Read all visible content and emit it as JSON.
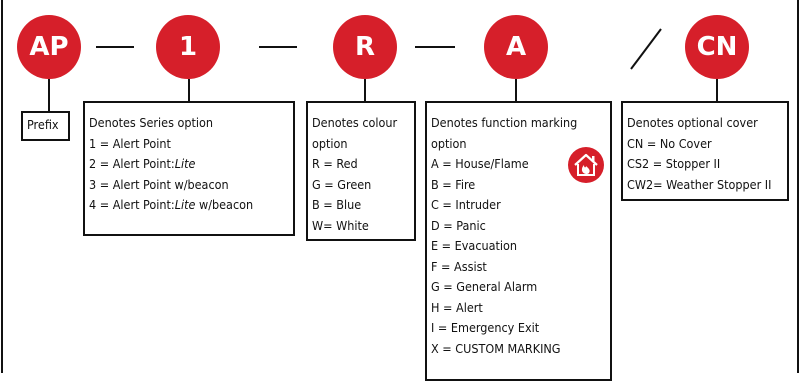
{
  "codes": {
    "prefix": "AP",
    "series": "1",
    "colour": "R",
    "function": "A",
    "cover": "CN"
  },
  "prefix_box": {
    "label": "Prefix"
  },
  "series_box": {
    "title": "Denotes Series option",
    "items": [
      {
        "lead": "1 = Alert Point",
        "italic": "",
        "tail": ""
      },
      {
        "lead": "2 = Alert Point:",
        "italic": "Lite",
        "tail": ""
      },
      {
        "lead": "3 = Alert Point w/beacon",
        "italic": "",
        "tail": ""
      },
      {
        "lead": "4 = Alert Point:",
        "italic": "Lite",
        "tail": " w/beacon"
      }
    ]
  },
  "colour_box": {
    "title_line1": "Denotes colour",
    "title_line2": "option",
    "items": [
      "R = Red",
      "G = Green",
      "B = Blue",
      "W= White"
    ]
  },
  "function_box": {
    "title_line1": "Denotes function marking",
    "title_line2": "option",
    "items": [
      "A = House/Flame",
      "B = Fire",
      "C = Intruder",
      "D = Panic",
      "E = Evacuation",
      "F = Assist",
      "G = General Alarm",
      "H = Alert",
      "I  = Emergency Exit",
      "X = CUSTOM MARKING"
    ],
    "icon": "house-flame-icon"
  },
  "cover_box": {
    "title": "Denotes optional cover",
    "items": [
      "CN  = No Cover",
      "CS2 = Stopper II",
      "CW2= Weather Stopper II"
    ]
  },
  "colors": {
    "accent": "#d61f2a",
    "line": "#111111"
  }
}
